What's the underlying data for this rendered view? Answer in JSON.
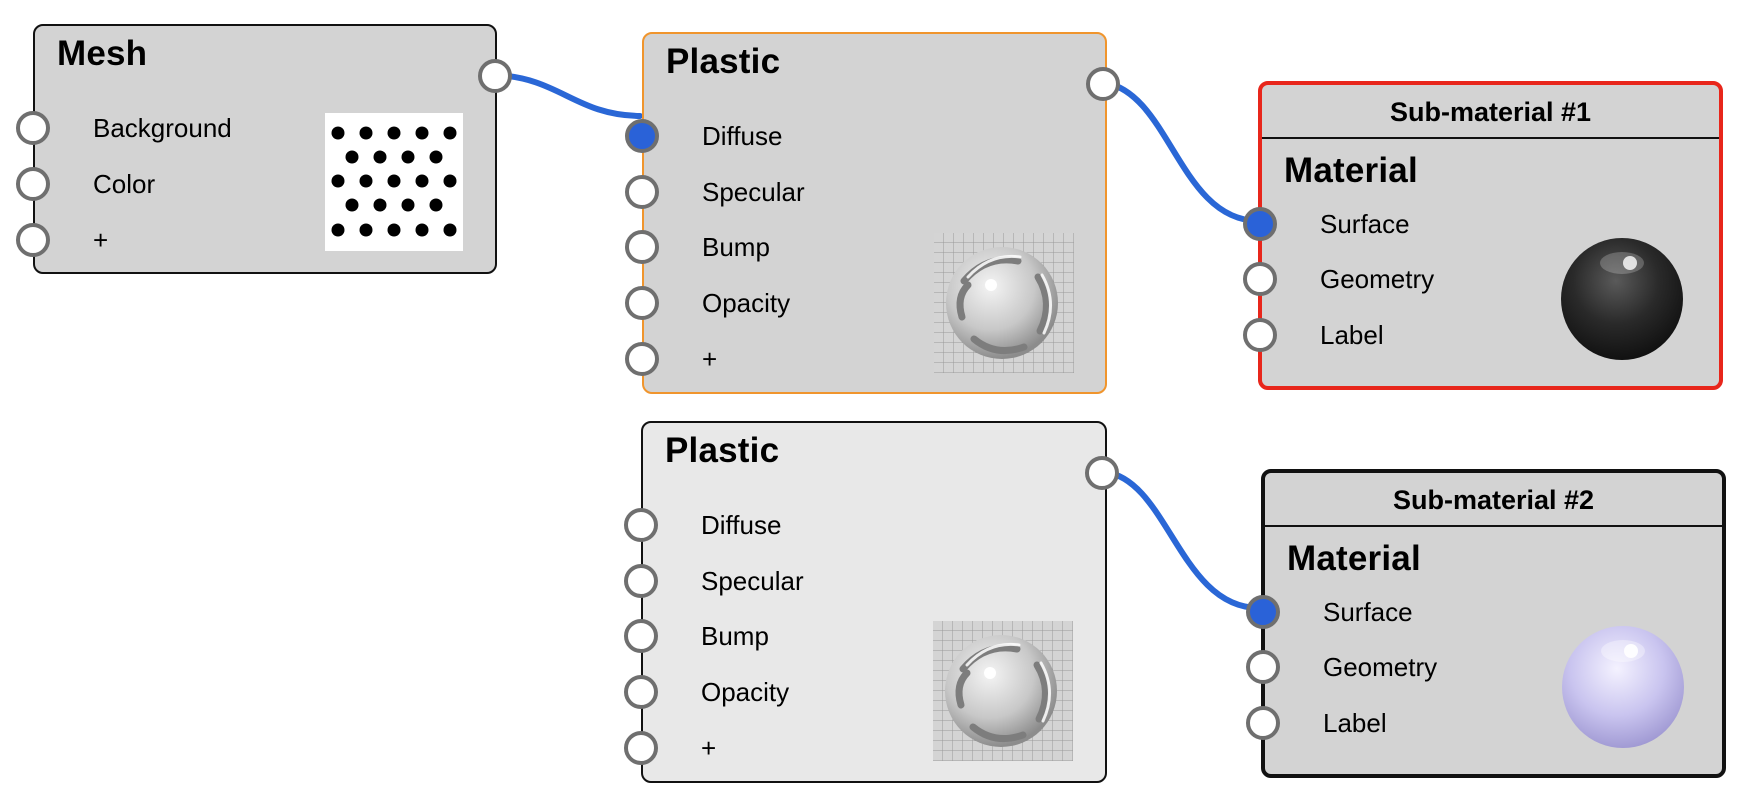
{
  "colors": {
    "node_fill": "#d3d3d3",
    "node_fill_light": "#e8e8e8",
    "selected_orange": "#f0952d",
    "selected_red": "#e8261b",
    "link_blue": "#2a67d6",
    "socket_filled": "#2a62d8"
  },
  "mesh_node": {
    "title": "Mesh",
    "inputs": [
      {
        "label": "Background",
        "connected": false
      },
      {
        "label": "Color",
        "connected": false
      },
      {
        "label": "+",
        "connected": false
      }
    ],
    "preview": "dot-pattern-texture"
  },
  "plastic_node_1": {
    "title": "Plastic",
    "selected": true,
    "inputs": [
      {
        "label": "Diffuse",
        "connected": true
      },
      {
        "label": "Specular",
        "connected": false
      },
      {
        "label": "Bump",
        "connected": false
      },
      {
        "label": "Opacity",
        "connected": false
      },
      {
        "label": "+",
        "connected": false
      }
    ],
    "preview": "patterned-sphere-thumbnail"
  },
  "plastic_node_2": {
    "title": "Plastic",
    "selected": false,
    "inputs": [
      {
        "label": "Diffuse",
        "connected": false
      },
      {
        "label": "Specular",
        "connected": false
      },
      {
        "label": "Bump",
        "connected": false
      },
      {
        "label": "Opacity",
        "connected": false
      },
      {
        "label": "+",
        "connected": false
      }
    ],
    "preview": "patterned-sphere-thumbnail"
  },
  "submaterial_1": {
    "header": "Sub-material #1",
    "title": "Material",
    "selected": true,
    "inputs": [
      {
        "label": "Surface",
        "connected": true
      },
      {
        "label": "Geometry",
        "connected": false
      },
      {
        "label": "Label",
        "connected": false
      }
    ],
    "preview": "black-glossy-sphere"
  },
  "submaterial_2": {
    "header": "Sub-material #2",
    "title": "Material",
    "selected": false,
    "inputs": [
      {
        "label": "Surface",
        "connected": true
      },
      {
        "label": "Geometry",
        "connected": false
      },
      {
        "label": "Label",
        "connected": false
      }
    ],
    "preview": "lavender-glossy-sphere"
  }
}
